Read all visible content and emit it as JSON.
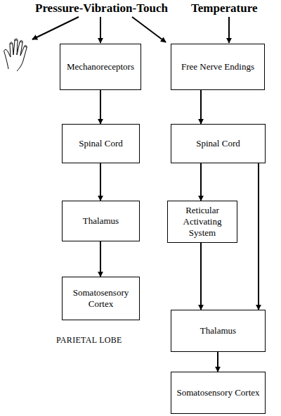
{
  "diagram": {
    "nodes": [
      {
        "text": [
          "Mechanoreceptors"
        ]
      },
      {
        "text": [
          "Free Nerve Endings"
        ]
      },
      {
        "text": [
          "Spinal Cord"
        ]
      },
      {
        "text": [
          "Spinal Cord"
        ]
      },
      {
        "text": [
          "Thalamus"
        ]
      },
      {
        "text": [
          "Reticular Activating System"
        ]
      },
      {
        "text": [
          "Somatosensory Cortex"
        ]
      },
      {
        "text": [
          "Thalamus"
        ]
      },
      {
        "text": [
          "Somatosensory Cortex"
        ]
      }
    ],
    "edges": [
      {
        "from": 0,
        "to": 2,
        "arrow": "to"
      },
      {
        "from": 2,
        "to": 4,
        "arrow": "to"
      },
      {
        "from": 4,
        "to": 6,
        "arrow": "to"
      },
      {
        "from": 1,
        "to": 3,
        "arrow": "to"
      },
      {
        "from": 3,
        "to": 5,
        "arrow": "to"
      },
      {
        "from": 3,
        "to": 7,
        "arrow": "to"
      },
      {
        "from": 5,
        "to": 7,
        "arrow": "to"
      },
      {
        "from": 7,
        "to": 8,
        "arrow": "to"
      }
    ],
    "labels": [
      "Pressure-Vibration-Touch",
      "Temperature",
      "PARIETAL LOBE"
    ]
  }
}
